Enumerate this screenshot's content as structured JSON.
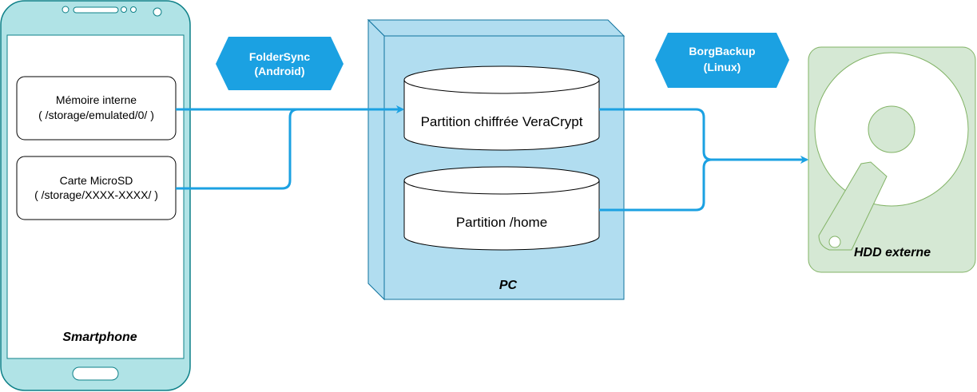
{
  "colors": {
    "phone_fill": "#b0e3e6",
    "phone_stroke": "#0e8088",
    "pc_fill": "#b1ddf0",
    "pc_stroke": "#10739e",
    "arrow": "#1ba1e2",
    "hdd_fill": "#d5e8d4",
    "hdd_stroke": "#82b366",
    "hex_fill": "#1ba1e2"
  },
  "smartphone": {
    "label": "Smartphone",
    "internal_memory": {
      "line1": "Mémoire interne",
      "line2": "( /storage/emulated/0/ )"
    },
    "sd_card": {
      "line1": "Carte MicroSD",
      "line2": "( /storage/XXXX-XXXX/ )"
    }
  },
  "tools": {
    "foldersync": {
      "line1": "FolderSync",
      "line2": "(Android)"
    },
    "borgbackup": {
      "line1": "BorgBackup",
      "line2": "(Linux)"
    }
  },
  "pc": {
    "label": "PC",
    "encrypted_partition": "Partition chiffrée VeraCrypt",
    "home_partition": "Partition /home"
  },
  "hdd": {
    "label": "HDD externe"
  }
}
